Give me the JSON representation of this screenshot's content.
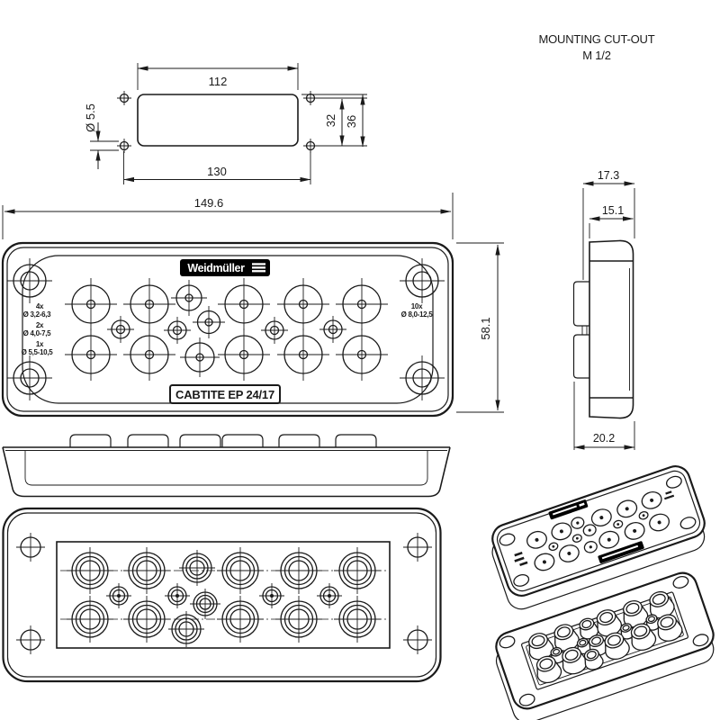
{
  "page": {
    "background": "#ffffff",
    "line_color": "#1a1a1a",
    "label_bg": "#000000",
    "label_text": "#ffffff"
  },
  "header": {
    "title": "MOUNTING CUT-OUT",
    "variant": "M 1/2"
  },
  "cutout_view": {
    "dims": {
      "inner_width": "112",
      "outer_width": "130",
      "hole_diameter": "Ø 5.5",
      "hole_spacing": "32",
      "cutout_height": "36"
    }
  },
  "front_view": {
    "dims": {
      "width": "149.6",
      "height": "58.1"
    },
    "logo": "Weidmüller",
    "product": "CABTITE EP 24/17",
    "specs": [
      {
        "count": "4x",
        "diameter": "Ø 3,2-6,3"
      },
      {
        "count": "2x",
        "diameter": "Ø 4,0-7,5"
      },
      {
        "count": "1x",
        "diameter": "Ø 5,5-10,5"
      },
      {
        "count": "10x",
        "diameter": "Ø 8,0-12,5"
      }
    ]
  },
  "side_view": {
    "dims": {
      "top_depth": "17.3",
      "body_depth": "15.1",
      "flange_depth": "20.2"
    }
  }
}
